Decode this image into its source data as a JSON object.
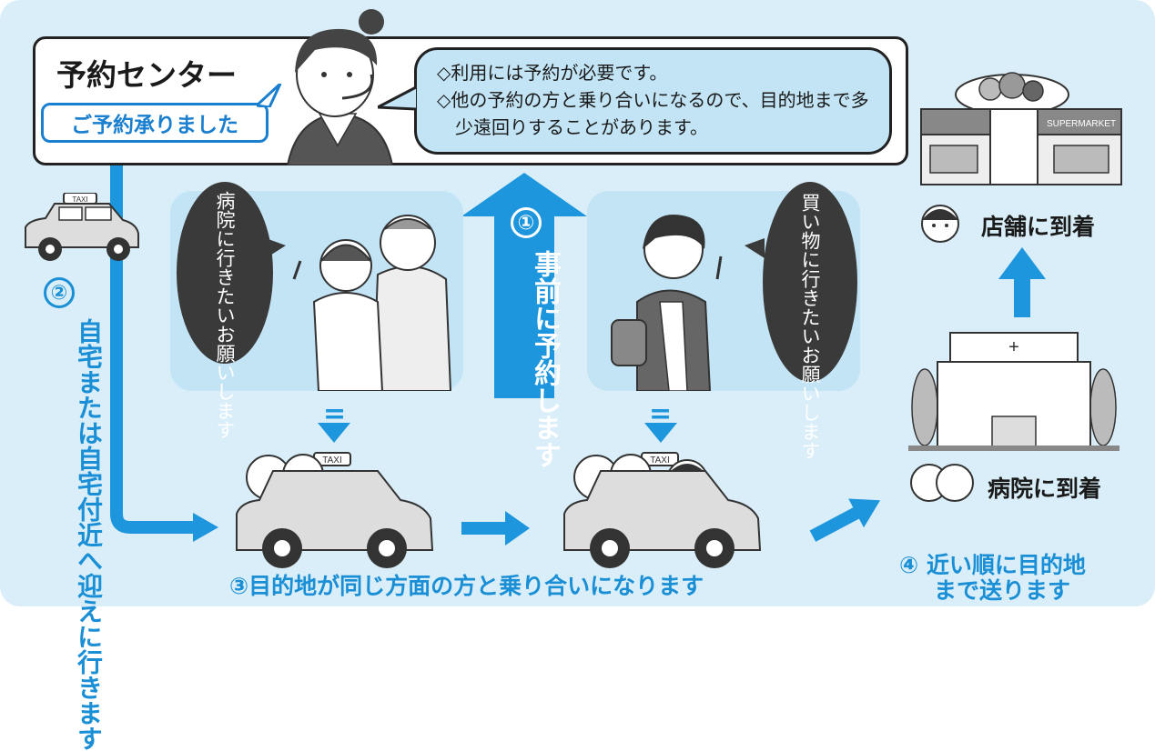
{
  "center": {
    "title": "予約センター",
    "confirmation": "ご予約承りました",
    "notes": [
      "◇利用には予約が必要です。",
      "◇他の予約の方と乗り合いになるので、目的地まで多少遠回りすることがあります。"
    ]
  },
  "passengers": {
    "couple_speech": "病院に行きたいお願いします",
    "woman_speech": "買い物に行きたいお願いします"
  },
  "steps": {
    "step1_number": "①",
    "step1_text": "事前に予約します",
    "step2_number": "②",
    "step2_text": "自宅または自宅付近へ迎えに行きます",
    "step3_number": "③",
    "step3_text": "目的地が同じ方面の方と乗り合いになります",
    "step4_number": "④",
    "step4_line1": "近い順に目的地",
    "step4_line2": "まで送ります"
  },
  "destinations": {
    "store_arrival": "店舗に到着",
    "store_sign": "SUPERMARKET",
    "hospital_arrival": "病院に到着"
  },
  "taxi_sign": "TAXI",
  "equals_marker": "=",
  "colors": {
    "background": "#d9eef8",
    "panel": "#c2e4f5",
    "accent_blue": "#1a8fd6",
    "arrow_blue": "#1e96de",
    "dark_bubble": "#3a3a3a"
  }
}
